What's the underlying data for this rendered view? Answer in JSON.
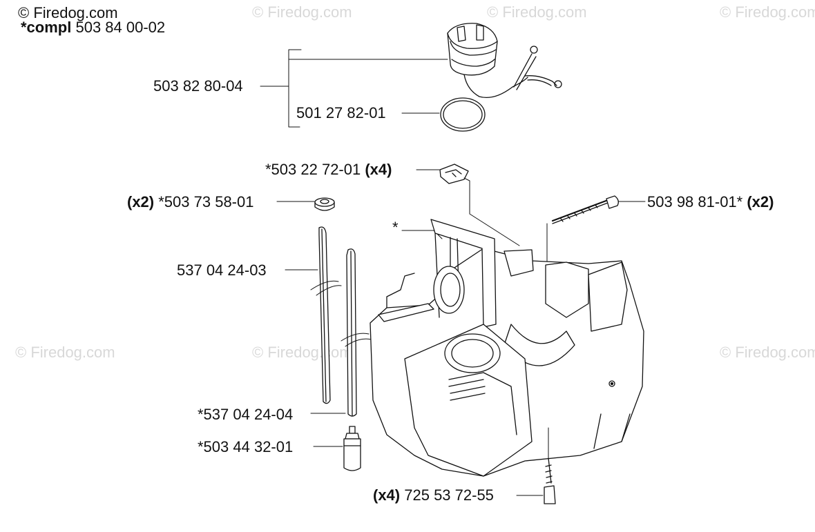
{
  "header": {
    "copyright": "© Firedog.com",
    "compl_prefix": "*compl",
    "compl_number": "503 84 00-02"
  },
  "watermark": "© Firedog.com",
  "parts": {
    "fuel_cap": "503 82 80-04",
    "o_ring": "501 27 82-01",
    "nut": "*503 22 72-01",
    "nut_qty": "(x4)",
    "grommet_qty": "(x2)",
    "grommet": "*503 73 58-01",
    "screw_top": "503 98 81-01*",
    "screw_top_qty": "(x2)",
    "tank_marker": "*",
    "hose": "537 04 24-03",
    "hose_alt": "*537 04 24-04",
    "filter": "*503 44 32-01",
    "screw_bottom_qty": "(x4)",
    "screw_bottom": "725 53 72-55"
  }
}
